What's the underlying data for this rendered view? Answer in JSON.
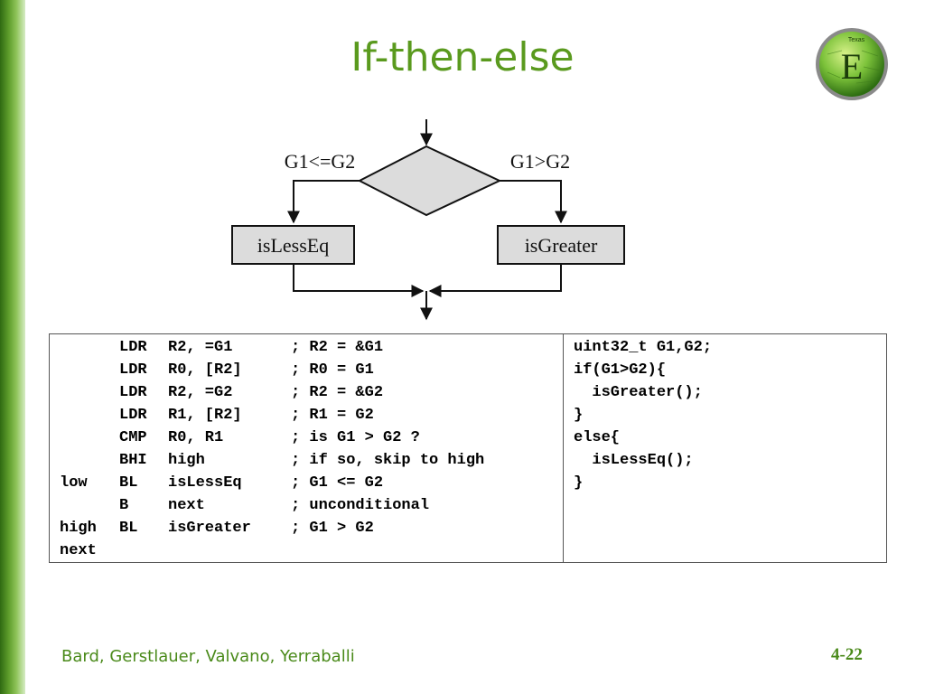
{
  "slide": {
    "title": "If-then-else",
    "footer_authors": "Bard, Gerstlauer, Valvano, Yerraballi",
    "page_number": "4-22",
    "logo_letter": "E",
    "logo_caption": "Texas",
    "colors": {
      "accent": "#5a9a1e",
      "sidebar": "#4f8f22"
    }
  },
  "flowchart": {
    "left_branch_label": "G1<=G2",
    "right_branch_label": "G1>G2",
    "left_box": "isLessEq",
    "right_box": "isGreater"
  },
  "assembly": [
    {
      "label": "",
      "op": "LDR",
      "args": "R2, =G1",
      "comment": "; R2 = &G1"
    },
    {
      "label": "",
      "op": "LDR",
      "args": "R0, [R2]",
      "comment": "; R0 = G1"
    },
    {
      "label": "",
      "op": "LDR",
      "args": "R2, =G2",
      "comment": "; R2 = &G2"
    },
    {
      "label": "",
      "op": "LDR",
      "args": "R1, [R2]",
      "comment": "; R1 = G2"
    },
    {
      "label": "",
      "op": "CMP",
      "args": "R0, R1",
      "comment": "; is G1 > G2 ?"
    },
    {
      "label": "",
      "op": "BHI",
      "args": "high",
      "comment": "; if so, skip to high"
    },
    {
      "label": "low",
      "op": "BL",
      "args": "isLessEq",
      "comment": "; G1 <= G2"
    },
    {
      "label": "",
      "op": "B",
      "args": "next",
      "comment": "; unconditional"
    },
    {
      "label": "high",
      "op": "BL",
      "args": "isGreater",
      "comment": "; G1 > G2"
    },
    {
      "label": "next",
      "op": "",
      "args": "",
      "comment": ""
    }
  ],
  "c_code": [
    "uint32_t G1,G2;",
    "if(G1>G2){",
    "  isGreater();",
    "}",
    "else{",
    "  isLessEq();",
    "}"
  ]
}
